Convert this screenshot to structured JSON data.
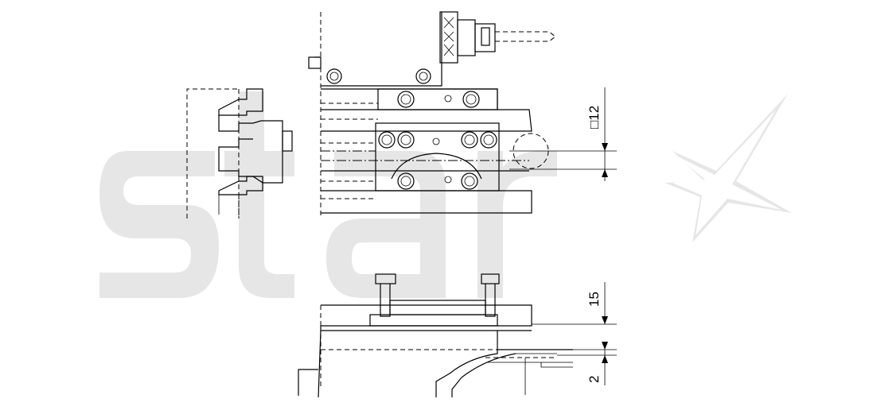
{
  "watermark": {
    "text": "star",
    "color": "#e6e6e6"
  },
  "dimensions": [
    {
      "id": "square-12",
      "label": "□12"
    },
    {
      "id": "height-15",
      "label": "15"
    },
    {
      "id": "gap-2",
      "label": "2"
    }
  ],
  "colors": {
    "line": "#000000",
    "background": "#ffffff"
  }
}
